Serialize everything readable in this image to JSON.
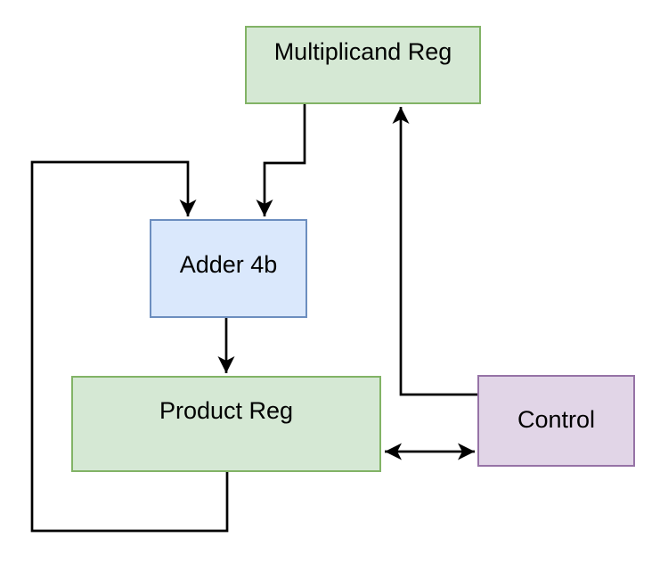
{
  "diagram": {
    "type": "block-diagram",
    "background": "#ffffff",
    "text_color": "#000000",
    "edge_color": "#000000",
    "nodes": [
      {
        "id": "multiplicand-reg",
        "label": "Multiplicand Reg",
        "fill": "#d5e8d4",
        "border": "#82b366"
      },
      {
        "id": "adder-4b",
        "label": "Adder 4b",
        "fill": "#dae8fc",
        "border": "#6c8ebf"
      },
      {
        "id": "product-reg",
        "label": "Product Reg",
        "fill": "#d5e8d4",
        "border": "#82b366"
      },
      {
        "id": "control",
        "label": "Control",
        "fill": "#e1d5e7",
        "border": "#9673a6"
      }
    ],
    "edges": [
      {
        "id": "multiplicand-to-adder",
        "from": "multiplicand-reg",
        "to": "adder-4b",
        "style": "arrow"
      },
      {
        "id": "product-loop-to-adder",
        "from": "product-reg",
        "to": "adder-4b",
        "style": "arrow"
      },
      {
        "id": "adder-to-product",
        "from": "adder-4b",
        "to": "product-reg",
        "style": "arrow"
      },
      {
        "id": "control-to-multiplicand",
        "from": "control",
        "to": "multiplicand-reg",
        "style": "arrow"
      },
      {
        "id": "product-control-bus",
        "from": "product-reg",
        "to": "control",
        "style": "double-arrow"
      }
    ]
  }
}
